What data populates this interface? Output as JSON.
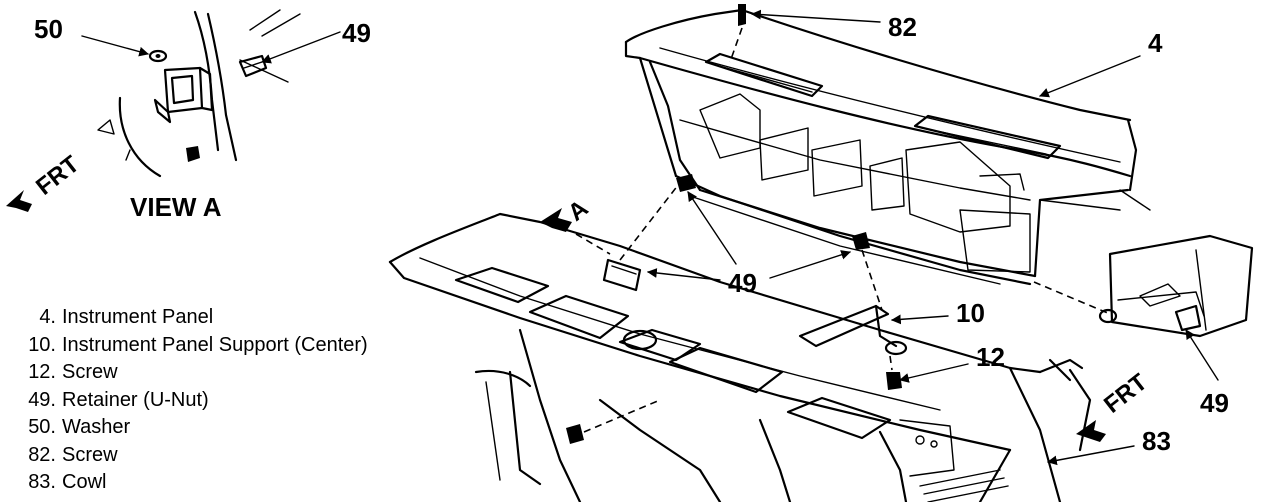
{
  "callouts": {
    "c50": "50",
    "c49_view": "49",
    "c82": "82",
    "c4": "4",
    "c49_center": "49",
    "c10": "10",
    "c12": "12",
    "c49_right": "49",
    "c83": "83"
  },
  "view_label": "VIEW A",
  "view_marker": "A",
  "frt_label": "FRT",
  "legend": [
    {
      "num": "4.",
      "text": "Instrument Panel"
    },
    {
      "num": "10.",
      "text": "Instrument Panel Support (Center)"
    },
    {
      "num": "12.",
      "text": "Screw"
    },
    {
      "num": "49.",
      "text": "Retainer (U-Nut)"
    },
    {
      "num": "50.",
      "text": "Washer"
    },
    {
      "num": "82.",
      "text": "Screw"
    },
    {
      "num": "83.",
      "text": "Cowl"
    }
  ]
}
